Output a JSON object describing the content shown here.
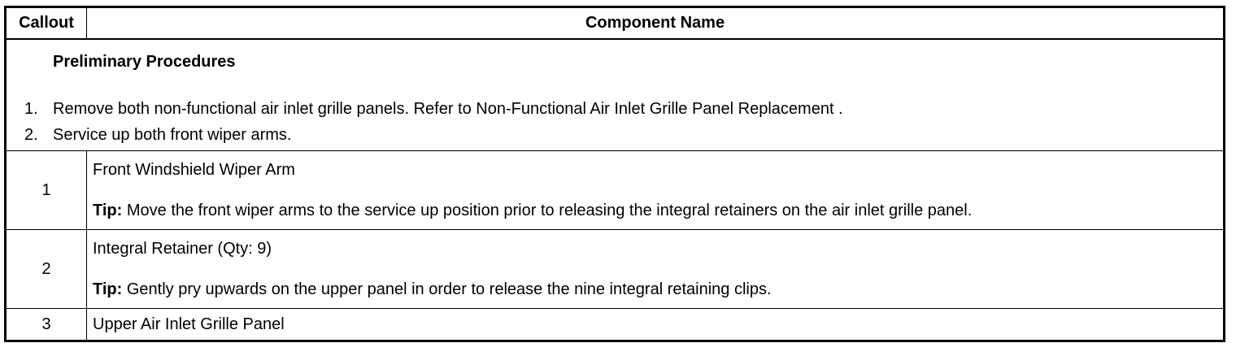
{
  "header": {
    "callout": "Callout",
    "component": "Component Name"
  },
  "preliminary": {
    "title": "Preliminary Procedures",
    "steps": [
      {
        "num": "1.",
        "text": "Remove both non-functional air inlet grille panels. Refer to Non-Functional Air Inlet Grille Panel Replacement ."
      },
      {
        "num": "2.",
        "text": "Service up both front wiper arms."
      }
    ]
  },
  "rows": [
    {
      "callout": "1",
      "name": "Front Windshield Wiper Arm",
      "tip_label": "Tip:",
      "tip": " Move the front wiper arms to the service up position prior to releasing the integral retainers on the air inlet grille panel."
    },
    {
      "callout": "2",
      "name": "Integral Retainer (Qty: 9)",
      "tip_label": "Tip:",
      "tip": " Gently pry upwards on the upper panel in order to release the nine integral retaining clips."
    },
    {
      "callout": "3",
      "name": "Upper Air Inlet Grille Panel"
    }
  ]
}
